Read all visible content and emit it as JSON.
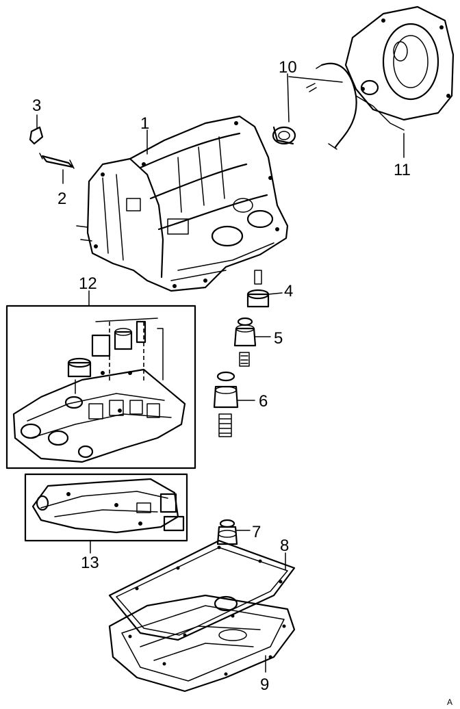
{
  "callouts": {
    "c1": "1",
    "c2": "2",
    "c3": "3",
    "c4": "4",
    "c5": "5",
    "c6": "6",
    "c7": "7",
    "c8": "8",
    "c9": "9",
    "c10": "10",
    "c11": "11",
    "c12": "12",
    "c13": "13"
  },
  "corner_mark": "A"
}
